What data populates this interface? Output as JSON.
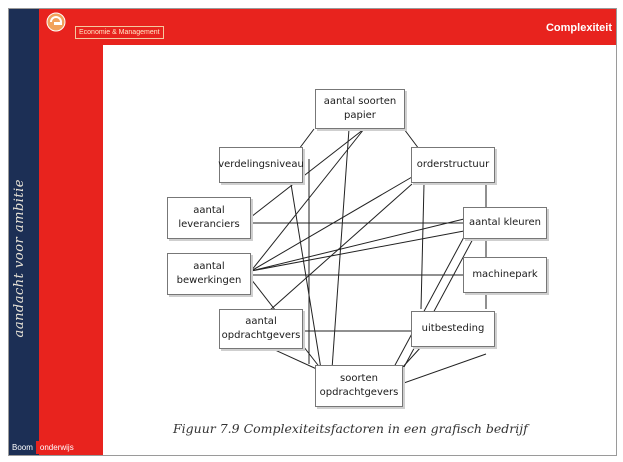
{
  "header": {
    "brand_tag": "Economie & Management",
    "title": "Complexiteit"
  },
  "sidebar": {
    "text": "aandacht voor ambitie"
  },
  "diagram": {
    "nodes": {
      "aantal_soorten_papier": "aantal soorten\npapier",
      "verdelingsniveau": "verdelingsniveau",
      "orderstructuur": "orderstructuur",
      "aantal_leveranciers": "aantal\nleveranciers",
      "aantal_kleuren": "aantal kleuren",
      "aantal_bewerkingen": "aantal\nbewerkingen",
      "machinepark": "machinepark",
      "aantal_opdrachtgevers": "aantal\nopdrachtgevers",
      "uitbesteding": "uitbesteding",
      "soorten_opdrachtgevers": "soorten\nopdrachtgevers"
    },
    "caption": "Figuur 7.9  Complexiteitsfactoren in een grafisch bedrijf"
  },
  "footer": {
    "boom": "Boom",
    "onderwijs": "onderwijs"
  },
  "colors": {
    "navy": "#1c2f55",
    "red": "#e8231e"
  }
}
